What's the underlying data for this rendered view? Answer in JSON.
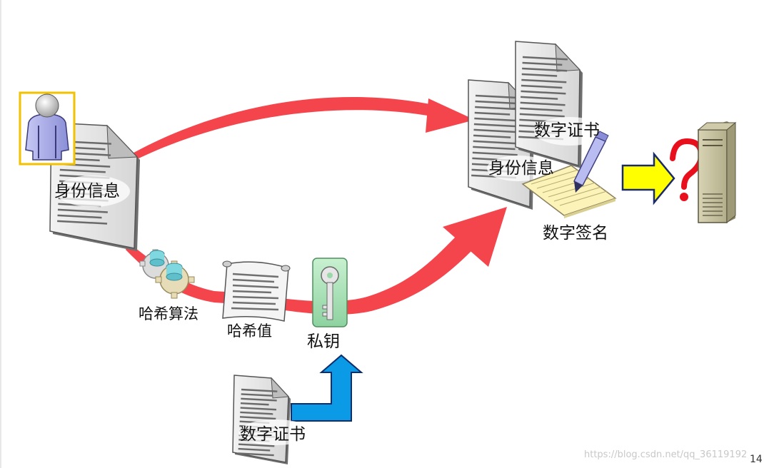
{
  "labels": {
    "identity_info_left": "身份信息",
    "hash_algorithm": "哈希算法",
    "hash_value": "哈希值",
    "private_key": "私钥",
    "digital_certificate_bottom": "数字证书",
    "digital_certificate_top": "数字证书",
    "identity_info_right": "身份信息",
    "digital_signature": "数字签名"
  },
  "watermark": "https://blog.csdn.net/qq_36119192",
  "page_number": "14",
  "colors": {
    "red_arrow": "#f5454c",
    "blue_arrow": "#0a9ae6",
    "yellow_arrow": "#ffff00",
    "user_frame": "#f2c200",
    "question_mark": "#e8101c"
  },
  "icons": [
    "user-icon",
    "document-icon",
    "gears-icon",
    "scroll-icon",
    "key-icon",
    "pen-icon",
    "notepad-icon",
    "server-icon",
    "question-mark-icon"
  ]
}
